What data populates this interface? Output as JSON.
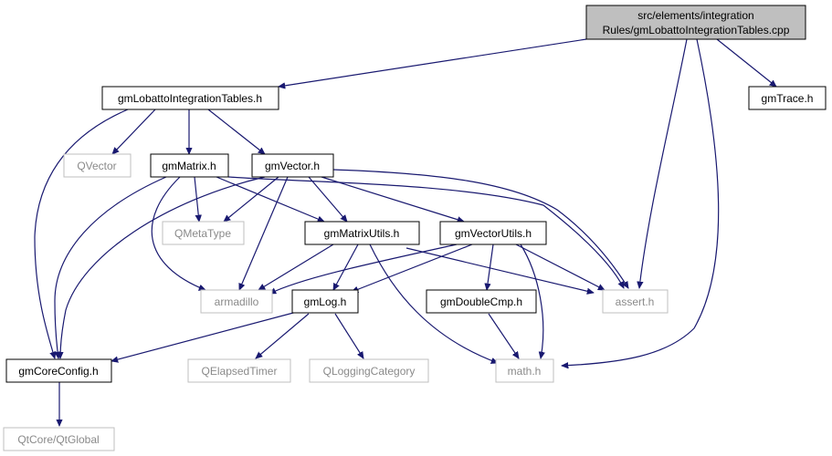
{
  "diagram": {
    "root": {
      "line1": "src/elements/integration",
      "line2": "Rules/gmLobattoIntegrationTables.cpp"
    },
    "nodes": {
      "lobatto": "gmLobattoIntegrationTables.h",
      "trace": "gmTrace.h",
      "qvector": "QVector",
      "matrix": "gmMatrix.h",
      "vector": "gmVector.h",
      "qmetatype": "QMetaType",
      "matrixutils": "gmMatrixUtils.h",
      "vectorutils": "gmVectorUtils.h",
      "armadillo": "armadillo",
      "log": "gmLog.h",
      "doublecmp": "gmDoubleCmp.h",
      "assert": "assert.h",
      "coreconfig": "gmCoreConfig.h",
      "elapsedtimer": "QElapsedTimer",
      "loggingcategory": "QLoggingCategory",
      "math": "math.h",
      "qtglobal": "QtCore/QtGlobal"
    },
    "colors": {
      "edge": "#191970",
      "root_fill": "#bfbfbf",
      "node_border": "#000000",
      "external_border": "#bfbfbf",
      "external_text": "#8a8a8a"
    }
  }
}
